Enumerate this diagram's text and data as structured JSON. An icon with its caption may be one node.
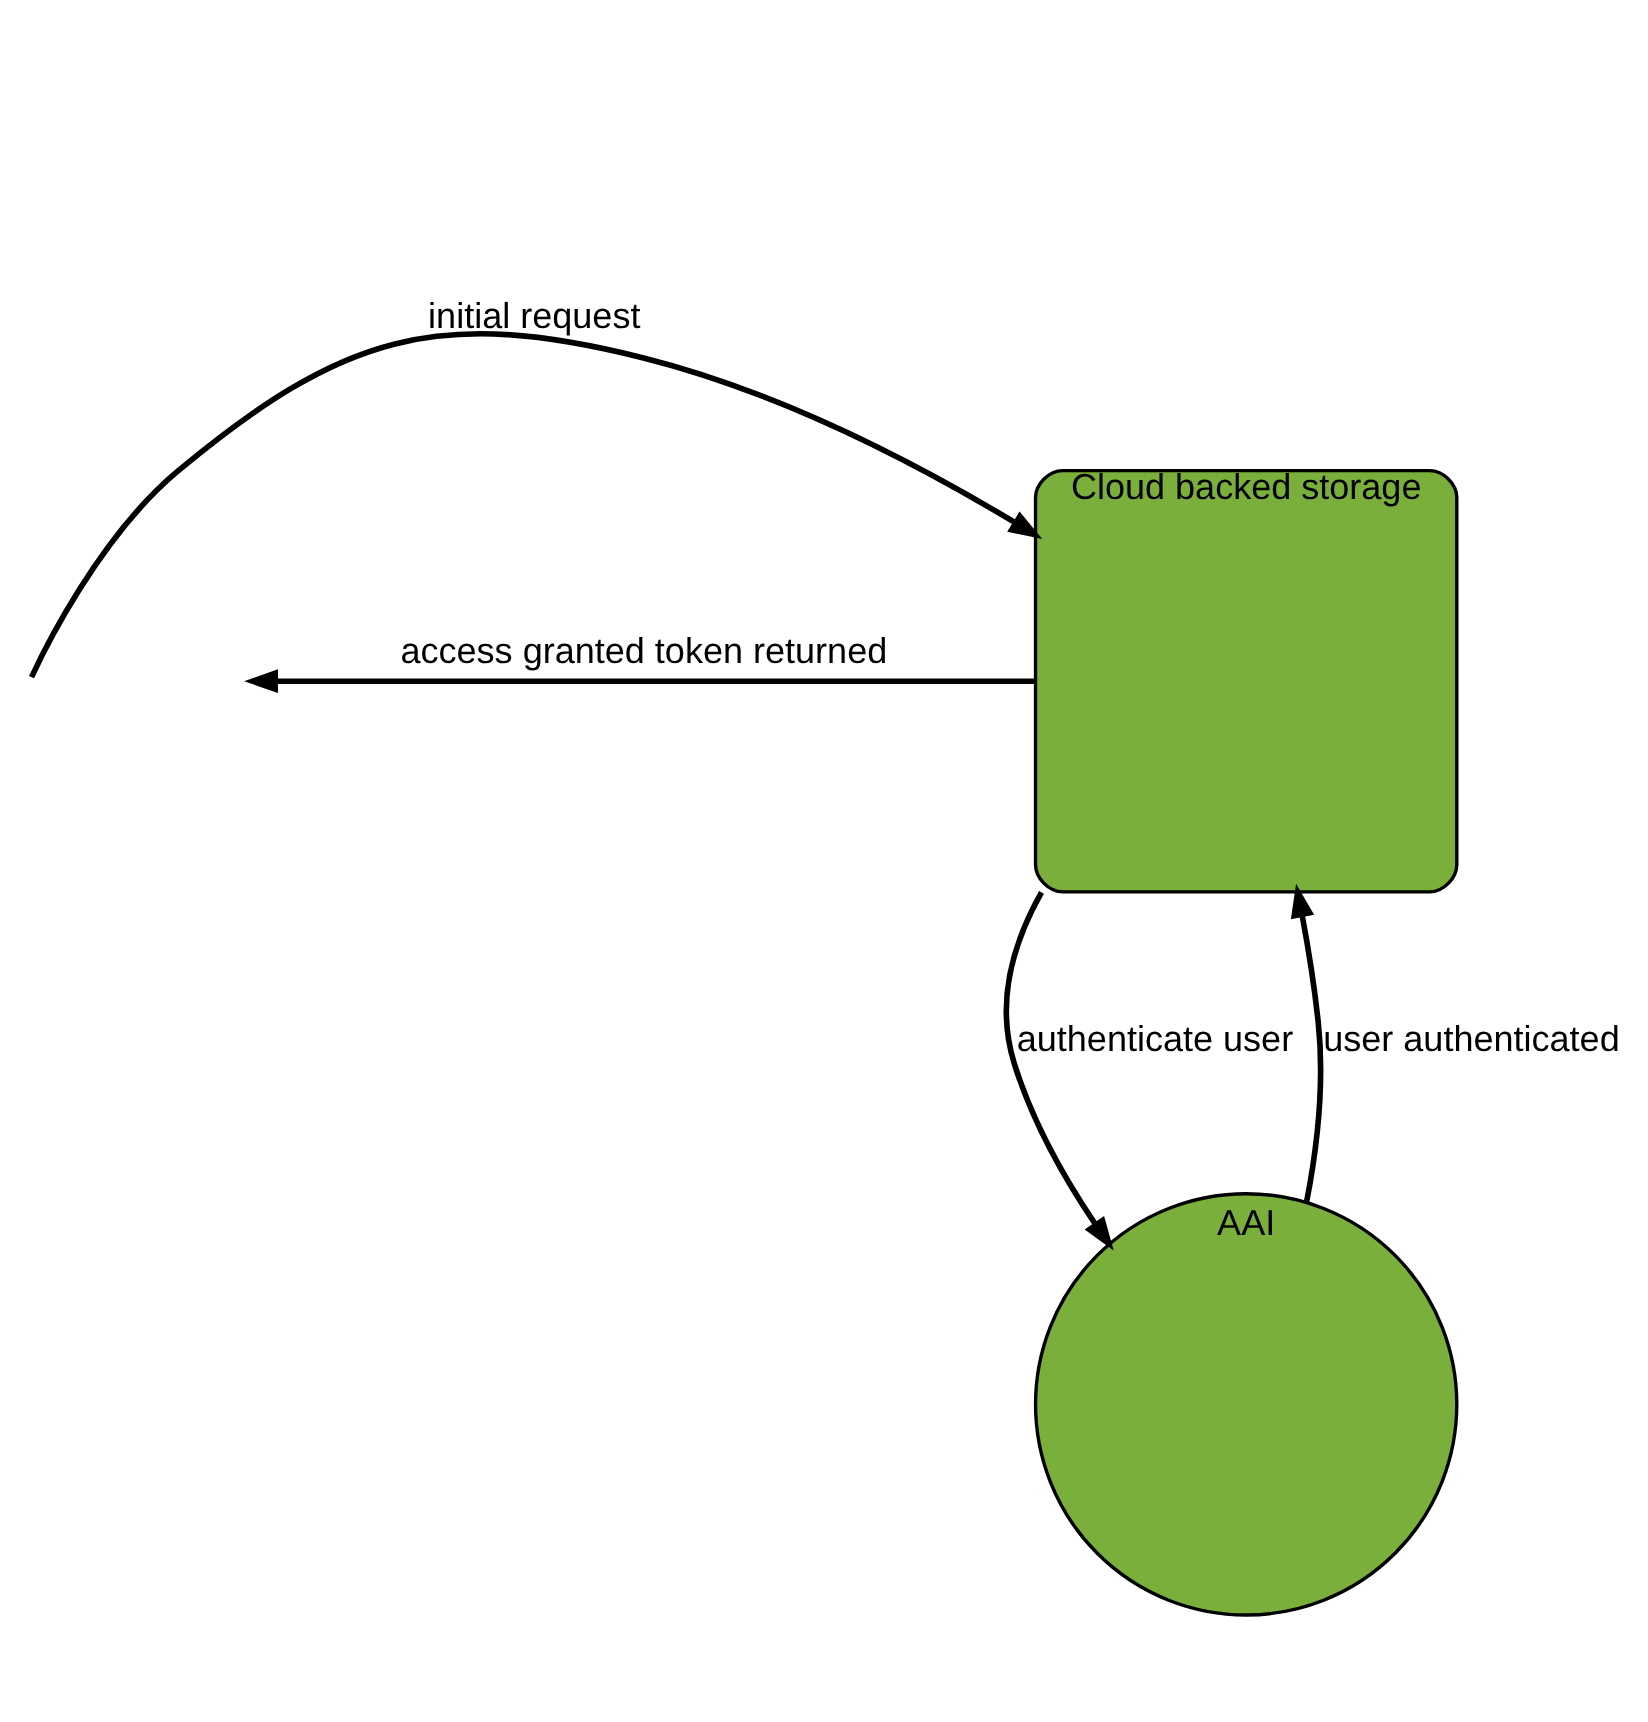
{
  "diagram": {
    "nodes": [
      {
        "text": [
          "Cloud backed storage"
        ]
      },
      {
        "text": [
          "AAI"
        ]
      }
    ],
    "edges": [
      {
        "from": null,
        "to": 0,
        "arrow": "to",
        "label": "initial request"
      },
      {
        "from": 0,
        "to": null,
        "arrow": "to",
        "label": "access granted token returned"
      },
      {
        "from": 0,
        "to": 1,
        "arrow": "to",
        "label": "authenticate user"
      },
      {
        "from": 1,
        "to": 0,
        "arrow": "to",
        "label": "user authenticated"
      }
    ]
  }
}
